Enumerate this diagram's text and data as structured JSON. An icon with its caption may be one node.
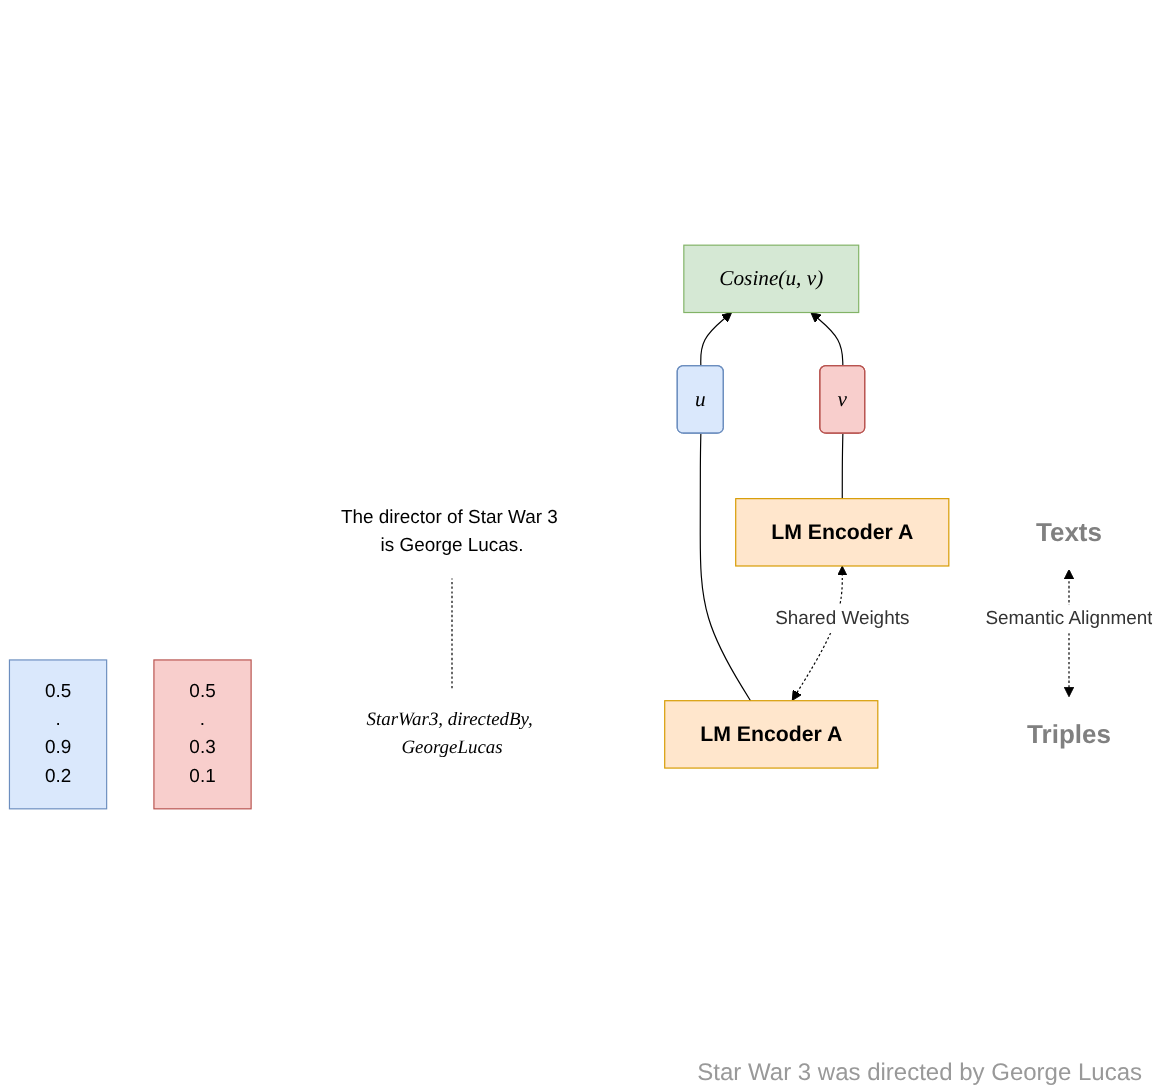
{
  "diagram": {
    "nodes": [
      {
        "text": [
          "Cosine(u, v)"
        ]
      },
      {
        "text": [
          "0.5",
          ".",
          "0.9",
          "0.2"
        ]
      },
      {
        "text": [
          "u"
        ]
      },
      {
        "text": [
          "v"
        ]
      },
      {
        "text": [
          "0.5",
          ".",
          "0.3",
          "0.1"
        ]
      },
      {
        "text": [
          "LM Encoder A"
        ]
      },
      {
        "text": [
          "LM Encoder A"
        ]
      },
      {
        "text": [
          "StarWar3, directedBy, GeorgeLucas"
        ]
      },
      {
        "text": [
          "The director of Star War 3 is George Lucas."
        ]
      },
      {
        "text": [
          "Triples"
        ]
      },
      {
        "text": [
          "Texts"
        ]
      }
    ],
    "edges": [
      {
        "from": 2,
        "to": 0,
        "arrow": "to"
      },
      {
        "from": 3,
        "to": 0,
        "arrow": "to"
      },
      {
        "from": 5,
        "to": 2,
        "arrow": "none"
      },
      {
        "from": 6,
        "to": 3,
        "arrow": "none"
      },
      {
        "from": 5,
        "to": 6,
        "arrow": "both",
        "style": "dashed",
        "label": "Shared Weights"
      },
      {
        "from": 7,
        "to": 8,
        "arrow": "none",
        "style": "dashed"
      },
      {
        "from": 9,
        "to": 10,
        "arrow": "both",
        "style": "dashed",
        "label": "Semantic Alignment"
      }
    ],
    "labels": [
      "Star War 3 was directed by George Lucas"
    ]
  }
}
